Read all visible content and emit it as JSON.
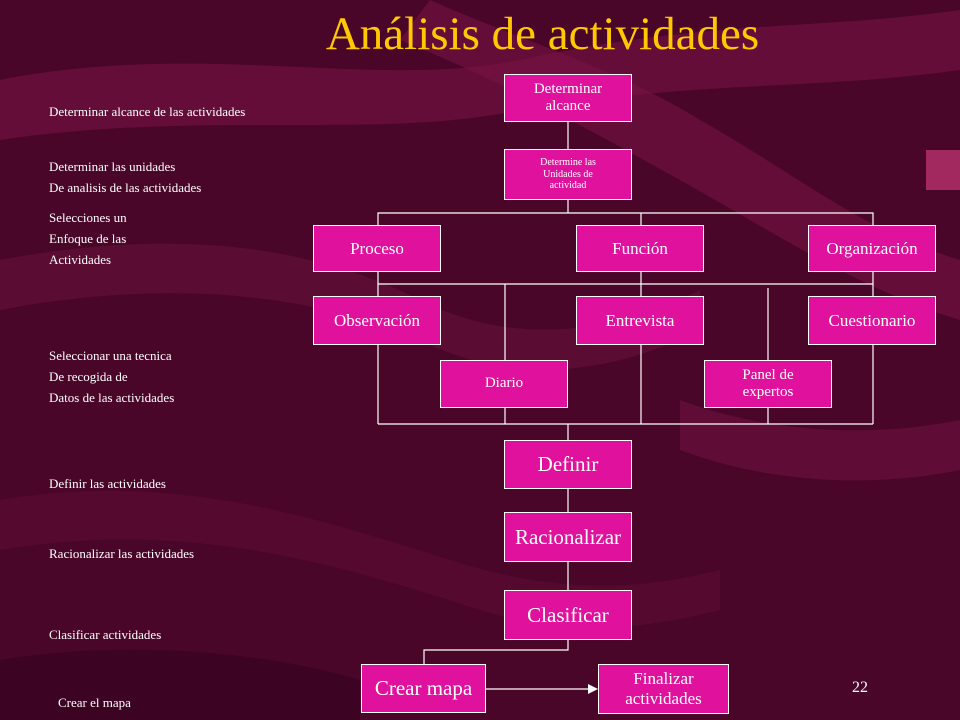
{
  "title": "Análisis de actividades",
  "page_number": "22",
  "colors": {
    "background": "#4a0628",
    "title": "#ffc800",
    "box_fill": "#e0119c",
    "text": "#ffffff",
    "connector": "#ffffff"
  },
  "steps": [
    {
      "lines": [
        "Determinar alcance de las actividades"
      ]
    },
    {
      "lines": [
        "Determinar las unidades",
        "De analisis  de las actividades"
      ]
    },
    {
      "lines": [
        "Selecciones un",
        "Enfoque de las",
        "Actividades"
      ]
    },
    {
      "lines": [
        "Seleccionar una tecnica",
        "De recogida de",
        "Datos de las actividades"
      ]
    },
    {
      "lines": [
        "Definir las actividades"
      ]
    },
    {
      "lines": [
        "Racionalizar  las actividades"
      ]
    },
    {
      "lines": [
        "Clasificar actividades"
      ]
    },
    {
      "lines": [
        "Crear el mapa"
      ]
    }
  ],
  "nodes": {
    "determinar_alcance": {
      "lines": [
        "Determinar",
        "alcance"
      ]
    },
    "determine_unidades": {
      "lines": [
        "Determine las",
        "Unidades de",
        "actividad"
      ]
    },
    "proceso": {
      "lines": [
        "Proceso"
      ]
    },
    "funcion": {
      "lines": [
        "Función"
      ]
    },
    "organizacion": {
      "lines": [
        "Organización"
      ]
    },
    "observacion": {
      "lines": [
        "Observación"
      ]
    },
    "entrevista": {
      "lines": [
        "Entrevista"
      ]
    },
    "cuestionario": {
      "lines": [
        "Cuestionario"
      ]
    },
    "diario": {
      "lines": [
        "Diario"
      ]
    },
    "panel_expertos": {
      "lines": [
        "Panel de",
        "expertos"
      ]
    },
    "definir": {
      "lines": [
        "Definir"
      ]
    },
    "racionalizar": {
      "lines": [
        "Racionalizar"
      ]
    },
    "clasificar": {
      "lines": [
        "Clasificar"
      ]
    },
    "crear_mapa": {
      "lines": [
        "Crear mapa"
      ]
    },
    "finalizar": {
      "lines": [
        "Finalizar",
        "actividades"
      ]
    }
  }
}
